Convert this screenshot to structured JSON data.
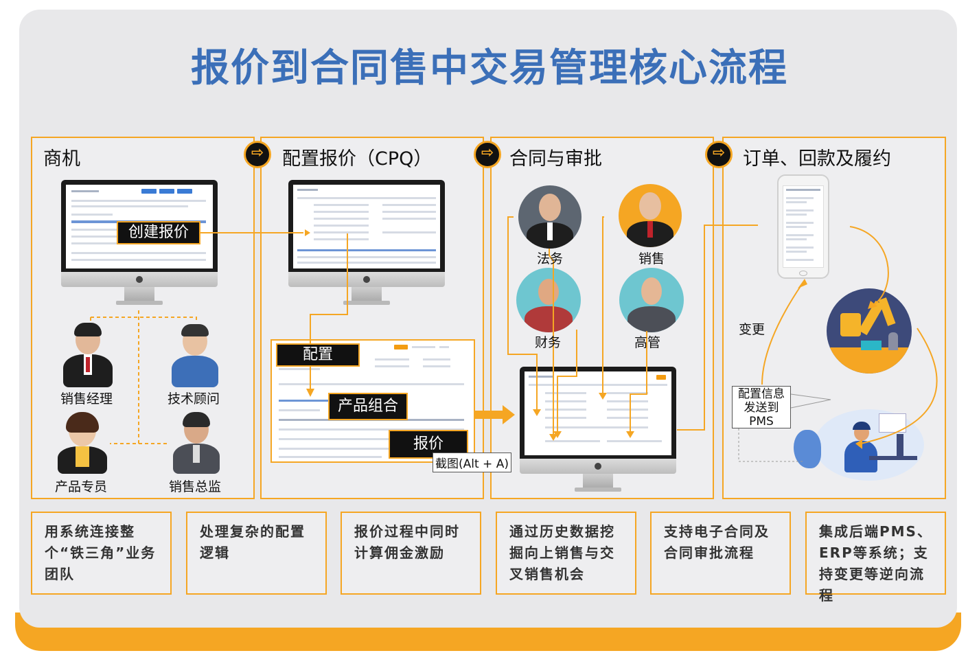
{
  "title": "报价到合同售中交易管理核心流程",
  "panels": [
    {
      "title": "商机"
    },
    {
      "title": "配置报价（CPQ）"
    },
    {
      "title": "合同与审批"
    },
    {
      "title": "订单、回款及履约"
    }
  ],
  "tags": {
    "create_quote": "创建报价",
    "configure": "配置",
    "product_bundle": "产品组合",
    "quote": "报价",
    "screenshot_hint": "截图(Alt + A)",
    "change": "变更",
    "pms_info": "配置信息\n发送到\nPMS"
  },
  "roles": {
    "sales_manager": "销售经理",
    "tech_consultant": "技术顾问",
    "product_specialist": "产品专员",
    "sales_director": "销售总监",
    "legal": "法务",
    "sales": "销售",
    "finance": "财务",
    "executive": "高管"
  },
  "descriptions": [
    "用系统连接整个“铁三角”业务团队",
    "处理复杂的配置逻辑",
    "报价过程中同时计算佣金激励",
    "通过历史数据挖掘向上销售与交叉销售机会",
    "支持电子合同及合同审批流程",
    "集成后端PMS、ERP等系统；支持变更等逆向流程"
  ],
  "colors": {
    "accent": "#f5a623",
    "title": "#3b6fb8",
    "background": "#e8e8ea"
  },
  "icons": [
    "arrow-right-icon",
    "monitor-icon",
    "person-icon",
    "phone-icon",
    "robot-arm-icon",
    "worker-desk-icon"
  ]
}
